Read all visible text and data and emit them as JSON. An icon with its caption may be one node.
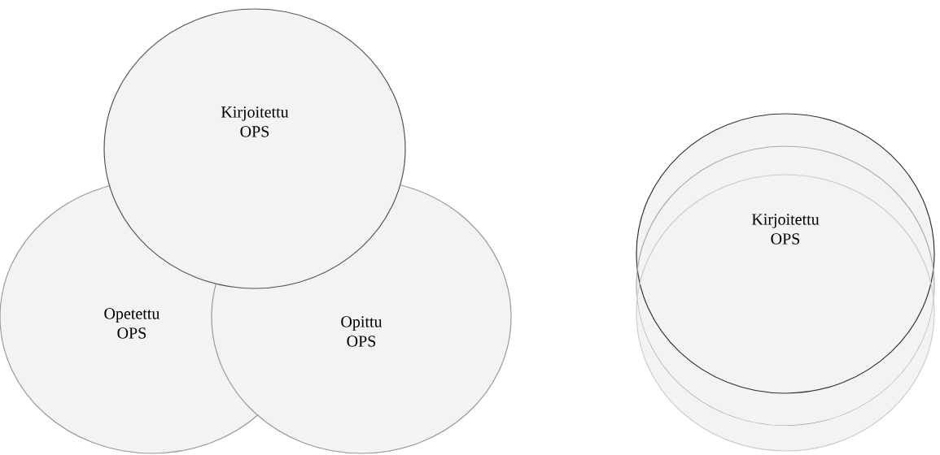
{
  "diagram": {
    "nodes": [
      {
        "text": [
          "Kirjoitettu OPS"
        ]
      },
      {
        "text": [
          "Opetettu OPS"
        ]
      },
      {
        "text": [
          "Opittu OPS"
        ]
      },
      {
        "text": [
          "Kirjoitettu OPS"
        ]
      }
    ]
  }
}
